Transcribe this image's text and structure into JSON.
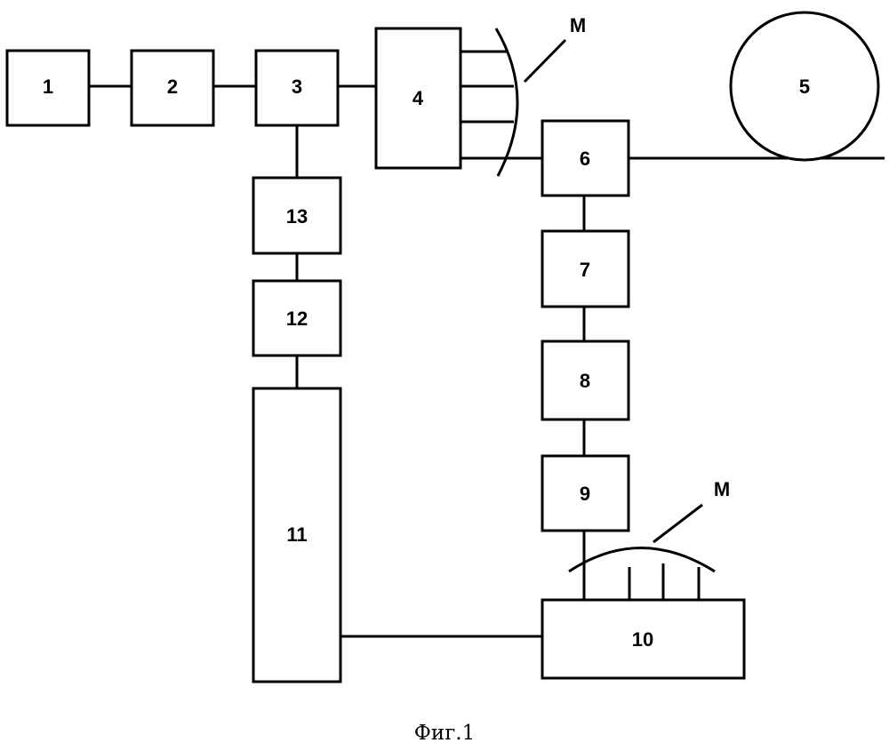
{
  "blocks": {
    "b1": "1",
    "b2": "2",
    "b3": "3",
    "b4": "4",
    "b5": "5",
    "b6": "6",
    "b7": "7",
    "b8": "8",
    "b9": "9",
    "b10": "10",
    "b11": "11",
    "b12": "12",
    "b13": "13"
  },
  "marker_top": "M",
  "marker_bottom": "M",
  "caption": "Фиг.1"
}
